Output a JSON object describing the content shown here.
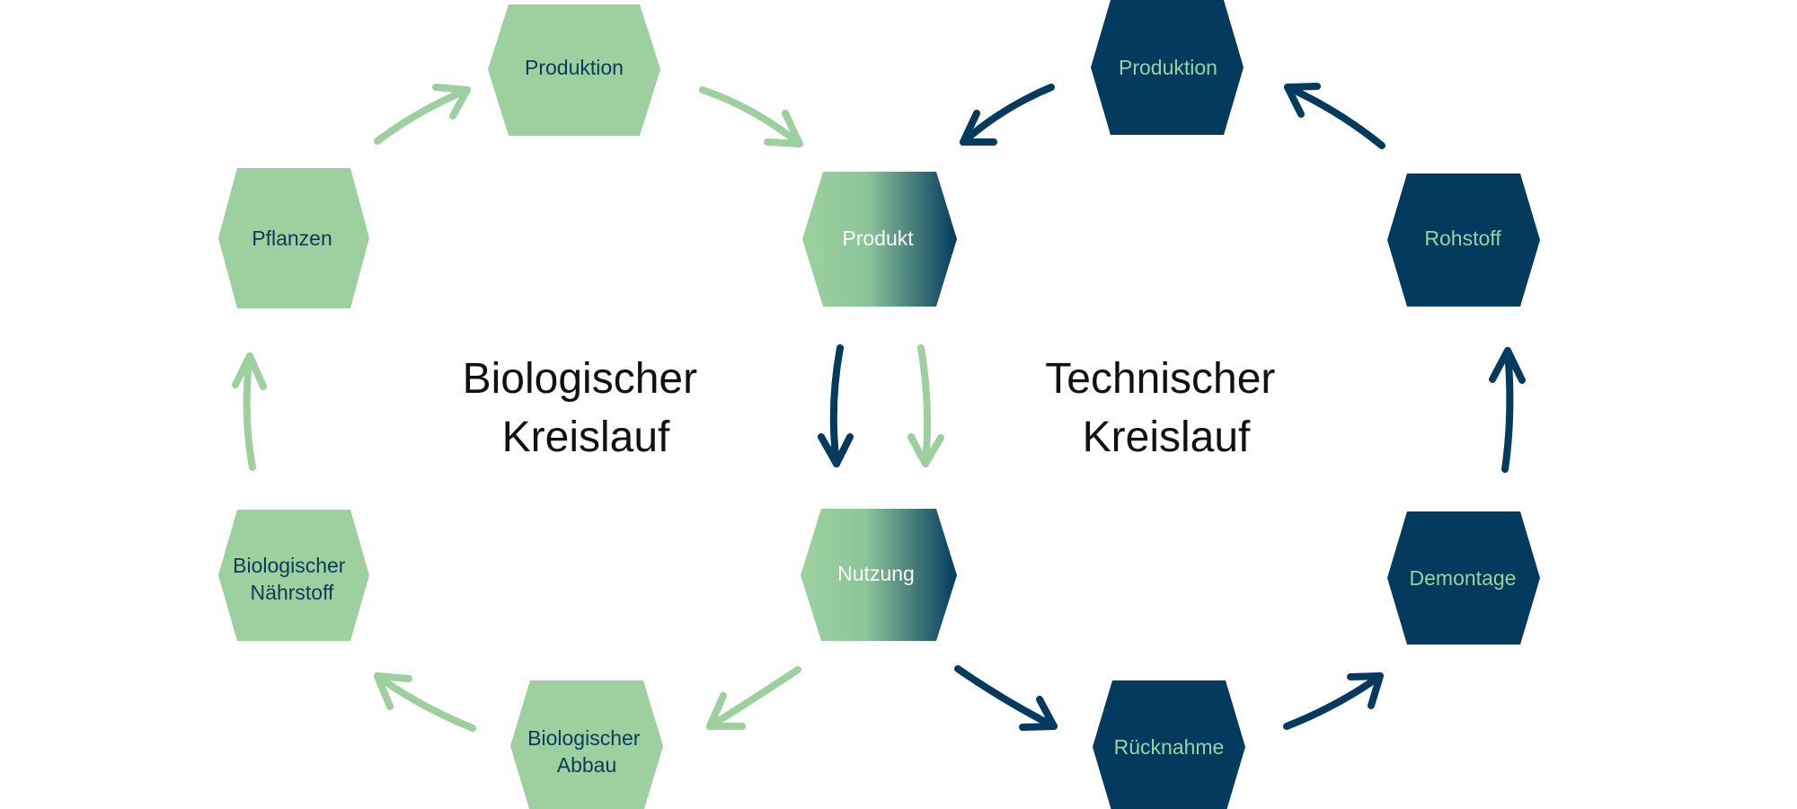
{
  "colors": {
    "bio": "#9dd09e",
    "tech": "#043a5e",
    "bio_text": "#0d3a5c",
    "tech_text": "#9dd09e",
    "shared_text": "#ffffff"
  },
  "bio_cycle": {
    "title_line1": "Biologischer",
    "title_line2": "Kreislauf",
    "nodes": {
      "produktion": "Produktion",
      "pflanzen": "Pflanzen",
      "naehrstoff_line1": "Biologischer",
      "naehrstoff_line2": "Nährstoff",
      "abbau_line1": "Biologischer",
      "abbau_line2": "Abbau"
    }
  },
  "tech_cycle": {
    "title_line1": "Technischer",
    "title_line2": "Kreislauf",
    "nodes": {
      "produktion": "Produktion",
      "rohstoff": "Rohstoff",
      "demontage": "Demontage",
      "ruecknahme": "Rücknahme"
    }
  },
  "shared": {
    "produkt": "Produkt",
    "nutzung": "Nutzung"
  }
}
